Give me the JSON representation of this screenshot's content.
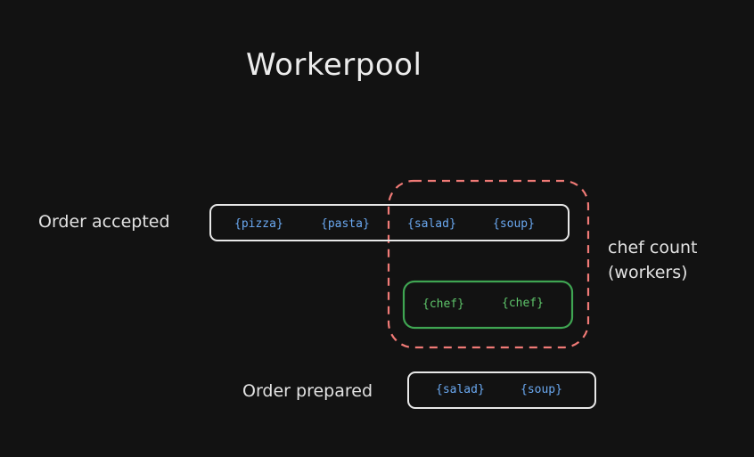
{
  "title": "Workerpool",
  "labels": {
    "order_accepted": "Order accepted",
    "order_prepared": "Order prepared",
    "chef_count_line1": "chef count",
    "chef_count_line2": "(workers)"
  },
  "queue": {
    "items": [
      "{pizza}",
      "{pasta}",
      "{salad}",
      "{soup}"
    ]
  },
  "workers": {
    "items": [
      "{chef}",
      "{chef}"
    ]
  },
  "prepared": {
    "items": [
      "{salad}",
      "{soup}"
    ]
  },
  "colors": {
    "background": "#121212",
    "text": "#e6e6e6",
    "token_blue": "#6aa8f0",
    "token_green": "#5ec46a",
    "worker_box": "#3fa552",
    "pool_dashed": "#f07a76",
    "queue_box": "#e8e8e8"
  }
}
